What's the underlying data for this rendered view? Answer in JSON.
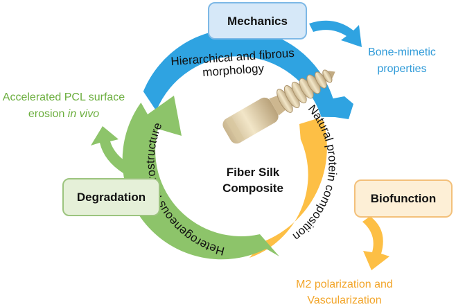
{
  "colors": {
    "blue": "#2FA3E1",
    "yellow": "#FDBF45",
    "green": "#8DC46A",
    "blue_text": "#2E9AD8",
    "green_text": "#6BAE3E",
    "orange_text": "#F2A52A",
    "mechanics_fill": "#D6E8F8",
    "mechanics_stroke": "#7DB8E6",
    "degradation_fill": "#E5F0D8",
    "degradation_stroke": "#9CC47E",
    "biofunction_fill": "#FDEFD6",
    "biofunction_stroke": "#F3C07A"
  },
  "boxes": {
    "mechanics": "Mechanics",
    "degradation": "Degradation",
    "biofunction": "Biofunction"
  },
  "ring_labels": {
    "hierarchical_line1": "Hierarchical and fibrous",
    "hierarchical_line2": "morphology",
    "natural_protein": "Natural protein composition",
    "heterogeneous": "Heterogeneous microstructure"
  },
  "outcomes": {
    "bone_line1": "Bone-mimetic",
    "bone_line2": "properties",
    "pcl_line1": "Accelerated PCL surface",
    "pcl_line2_prefix": "erosion ",
    "pcl_line2_italic": "in vivo",
    "m2_line1": "M2 polarization and",
    "m2_line2": "Vascularization"
  },
  "center": {
    "line1": "Fiber Silk",
    "line2": "Composite",
    "image": "bone-screw-image"
  }
}
